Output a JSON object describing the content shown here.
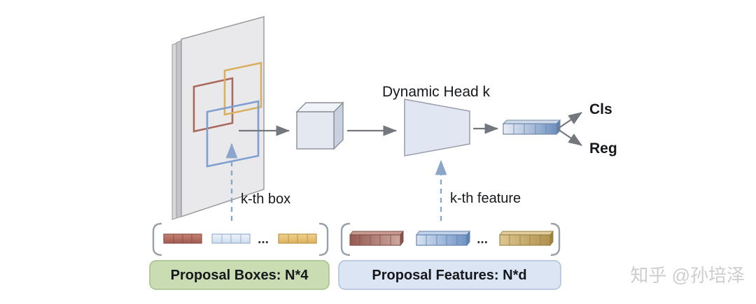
{
  "diagram": {
    "dynamic_head_label": "Dynamic Head k",
    "cls_label": "Cls",
    "reg_label": "Reg",
    "kth_box_label": "k-th box",
    "kth_feature_label": "k-th feature"
  },
  "proposal_boxes": {
    "ellipsis": "...",
    "caption": "Proposal Boxes: N*4"
  },
  "proposal_features": {
    "ellipsis": "...",
    "caption": "Proposal Features: N*d"
  },
  "watermark": "知乎 @孙培泽",
  "colors": {
    "proposal_box_red": "#a96a5d",
    "proposal_box_blue": "#7f9fd1",
    "proposal_box_yellow": "#d8b160",
    "caption_green_fill": "#c9dcb2",
    "caption_green_stroke": "#a3bf88",
    "caption_blue_fill": "#dbe5f3",
    "caption_blue_stroke": "#aebfda",
    "dashed_arrow": "#8ba6c9",
    "solid_arrow": "#73777e"
  }
}
